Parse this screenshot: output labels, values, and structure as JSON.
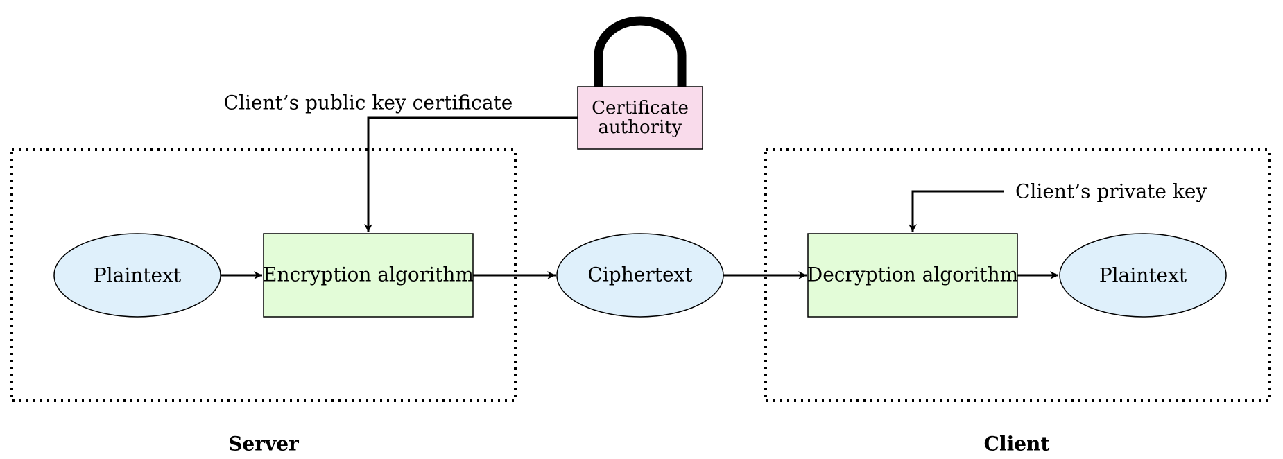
{
  "colors": {
    "node_fill": "#dff0fb",
    "process_fill": "#e3fcd8",
    "authority_fill": "#f9dbeb",
    "stroke": "#000000"
  },
  "regions": {
    "server": "Server",
    "client": "Client"
  },
  "nodes": {
    "plaintext_in": "Plaintext",
    "encryption": "Encryption algorithm",
    "ciphertext": "Ciphertext",
    "decryption": "Decryption algorithm",
    "plaintext_out": "Plaintext",
    "certificate_authority": {
      "line1": "Certificate",
      "line2": "authority",
      "icon": "padlock-icon"
    }
  },
  "edge_labels": {
    "public_key": "Client’s public key certificate",
    "private_key": "Client’s private key"
  }
}
